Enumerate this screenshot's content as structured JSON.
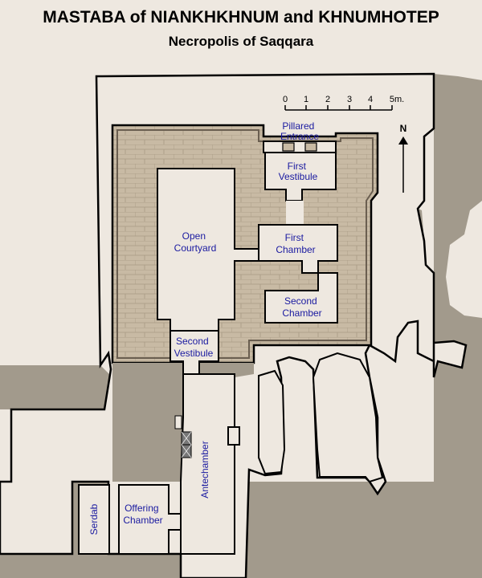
{
  "header": {
    "title": "MASTABA of NIANKHKHNUM and KHNUMHOTEP",
    "subtitle": "Necropolis of Saqqara"
  },
  "rooms": {
    "pillared_entrance": [
      "Pillared",
      "Entrance"
    ],
    "first_vestibule": [
      "First",
      "Vestibule"
    ],
    "open_courtyard": [
      "Open",
      "Courtyard"
    ],
    "first_chamber": [
      "First",
      "Chamber"
    ],
    "second_chamber": [
      "Second",
      "Chamber"
    ],
    "second_vestibule": [
      "Second",
      "Vestibule"
    ],
    "antechamber": "Antechamber",
    "offering_chamber": [
      "Offering",
      "Chamber"
    ],
    "serdab": "Serdab"
  },
  "scale": {
    "ticks": [
      "0",
      "1",
      "2",
      "3",
      "4",
      "5m."
    ]
  },
  "north_label": "N",
  "colors": {
    "background": "#eee8e0",
    "stone": "#a29a8c",
    "masonry": "#c8baa4",
    "label": "#1a1aa0",
    "outline": "#000000"
  }
}
